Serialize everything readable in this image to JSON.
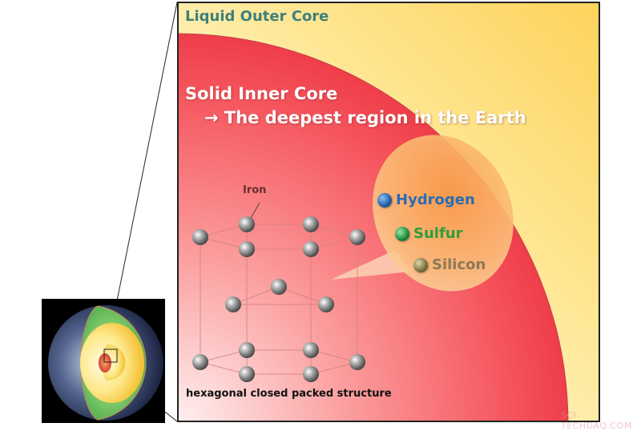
{
  "diagram": {
    "title_outer": "Liquid Outer Core",
    "title_inner": "Solid Inner Core",
    "subtitle_inner": "→ The deepest region in the Earth",
    "iron_label": "Iron",
    "structure_label": "hexagonal closed packed structure",
    "elements": [
      {
        "name": "Hydrogen",
        "color": "#2a6cb3",
        "ball_color": "#1f5ea8"
      },
      {
        "name": "Sulfur",
        "color": "#2e9e3a",
        "ball_color": "#1a8a3a"
      },
      {
        "name": "Silicon",
        "color": "#8a7a55",
        "ball_color": "#7a7040"
      }
    ],
    "colors": {
      "outer_core": "#fdd35c",
      "inner_core": "#f24a55",
      "mantle_green": "#5cb85c",
      "bubble": "#f7a860"
    }
  },
  "watermark": "SCI-TECHDAQ.COM"
}
